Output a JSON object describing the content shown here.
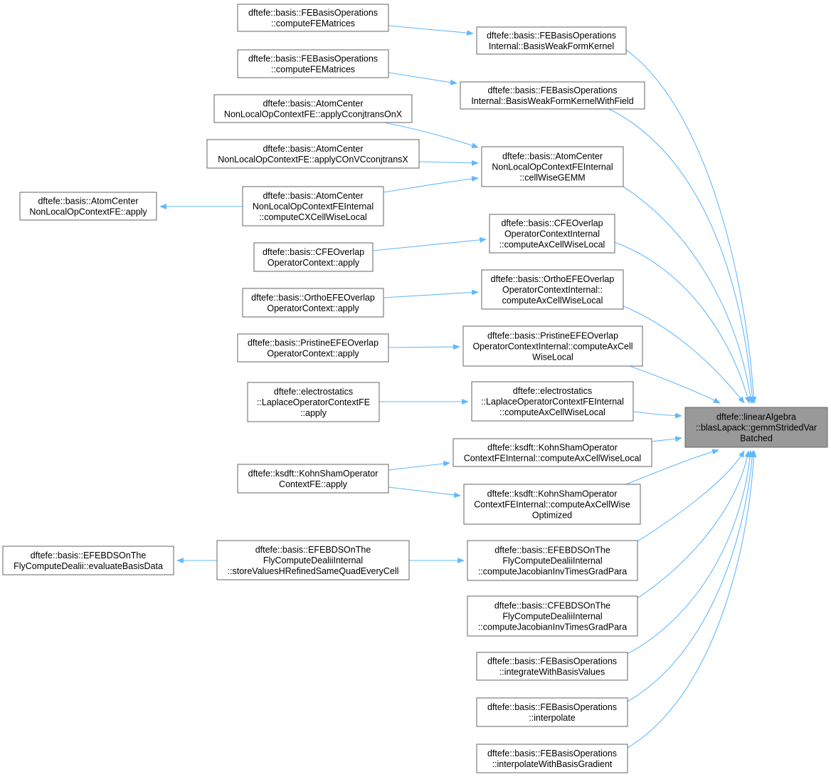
{
  "target": {
    "lines": [
      "dftefe::linearAlgebra",
      "::blasLapack::gemmStridedVar",
      "Batched"
    ],
    "fill": "#999999"
  },
  "edge_color": "#63b8ff",
  "callers": [
    {
      "id": "n01",
      "lines": [
        "dftefe::basis::FEBasisOperations",
        "Internal::BasisWeakFormKernel"
      ]
    },
    {
      "id": "n02",
      "lines": [
        "dftefe::basis::FEBasisOperations",
        "Internal::BasisWeakFormKernelWithField"
      ]
    },
    {
      "id": "n03",
      "lines": [
        "dftefe::basis::AtomCenter",
        "NonLocalOpContextFEInternal",
        "::cellWiseGEMM"
      ]
    },
    {
      "id": "n04",
      "lines": [
        "dftefe::basis::CFEOverlap",
        "OperatorContextInternal",
        "::computeAxCellWiseLocal"
      ]
    },
    {
      "id": "n05",
      "lines": [
        "dftefe::basis::OrthoEFEOverlap",
        "OperatorContextInternal::",
        "computeAxCellWiseLocal"
      ]
    },
    {
      "id": "n06",
      "lines": [
        "dftefe::basis::PristineEFEOverlap",
        "OperatorContextInternal::computeAxCell",
        "WiseLocal"
      ]
    },
    {
      "id": "n07",
      "lines": [
        "dftefe::electrostatics",
        "::LaplaceOperatorContextFEInternal",
        "::computeAxCellWiseLocal"
      ]
    },
    {
      "id": "n08",
      "lines": [
        "dftefe::ksdft::KohnShamOperator",
        "ContextFEInternal::computeAxCellWiseLocal"
      ]
    },
    {
      "id": "n09",
      "lines": [
        "dftefe::ksdft::KohnShamOperator",
        "ContextFEInternal::computeAxCellWise",
        "Optimized"
      ]
    },
    {
      "id": "n10",
      "lines": [
        "dftefe::basis::EFEBDSOnThe",
        "FlyComputeDealiiInternal",
        "::computeJacobianInvTimesGradPara"
      ]
    },
    {
      "id": "n11",
      "lines": [
        "dftefe::basis::CFEBDSOnThe",
        "FlyComputeDealiiInternal",
        "::computeJacobianInvTimesGradPara"
      ]
    },
    {
      "id": "n12",
      "lines": [
        "dftefe::basis::FEBasisOperations",
        "::integrateWithBasisValues"
      ]
    },
    {
      "id": "n13",
      "lines": [
        "dftefe::basis::FEBasisOperations",
        "::interpolate"
      ]
    },
    {
      "id": "n14",
      "lines": [
        "dftefe::basis::FEBasisOperations",
        "::interpolateWithBasisGradient"
      ]
    },
    {
      "id": "p01",
      "lines": [
        "dftefe::basis::FEBasisOperations",
        "::computeFEMatrices"
      ]
    },
    {
      "id": "p02",
      "lines": [
        "dftefe::basis::FEBasisOperations",
        "::computeFEMatrices"
      ]
    },
    {
      "id": "p03",
      "lines": [
        "dftefe::basis::AtomCenter",
        "NonLocalOpContextFE::applyCconjtransOnX"
      ]
    },
    {
      "id": "p04",
      "lines": [
        "dftefe::basis::AtomCenter",
        "NonLocalOpContextFE::applyCOnVCconjtransX"
      ]
    },
    {
      "id": "p05",
      "lines": [
        "dftefe::basis::AtomCenter",
        "NonLocalOpContextFEInternal",
        "::computeCXCellWiseLocal"
      ]
    },
    {
      "id": "p06",
      "lines": [
        "dftefe::basis::CFEOverlap",
        "OperatorContext::apply"
      ]
    },
    {
      "id": "p07",
      "lines": [
        "dftefe::basis::OrthoEFEOverlap",
        "OperatorContext::apply"
      ]
    },
    {
      "id": "p08",
      "lines": [
        "dftefe::basis::PristineEFEOverlap",
        "OperatorContext::apply"
      ]
    },
    {
      "id": "p09",
      "lines": [
        "dftefe::electrostatics",
        "::LaplaceOperatorContextFE",
        "::apply"
      ]
    },
    {
      "id": "p10",
      "lines": [
        "dftefe::ksdft::KohnShamOperator",
        "ContextFE::apply"
      ]
    },
    {
      "id": "p11",
      "lines": [
        "dftefe::basis::EFEBDSOnThe",
        "FlyComputeDealiiInternal",
        "::storeValuesHRefinedSameQuadEveryCell"
      ]
    },
    {
      "id": "q01",
      "lines": [
        "dftefe::basis::AtomCenter",
        "NonLocalOpContextFE::apply"
      ]
    },
    {
      "id": "q02",
      "lines": [
        "dftefe::basis::EFEBDSOnThe",
        "FlyComputeDealii::evaluateBasisData"
      ]
    }
  ]
}
